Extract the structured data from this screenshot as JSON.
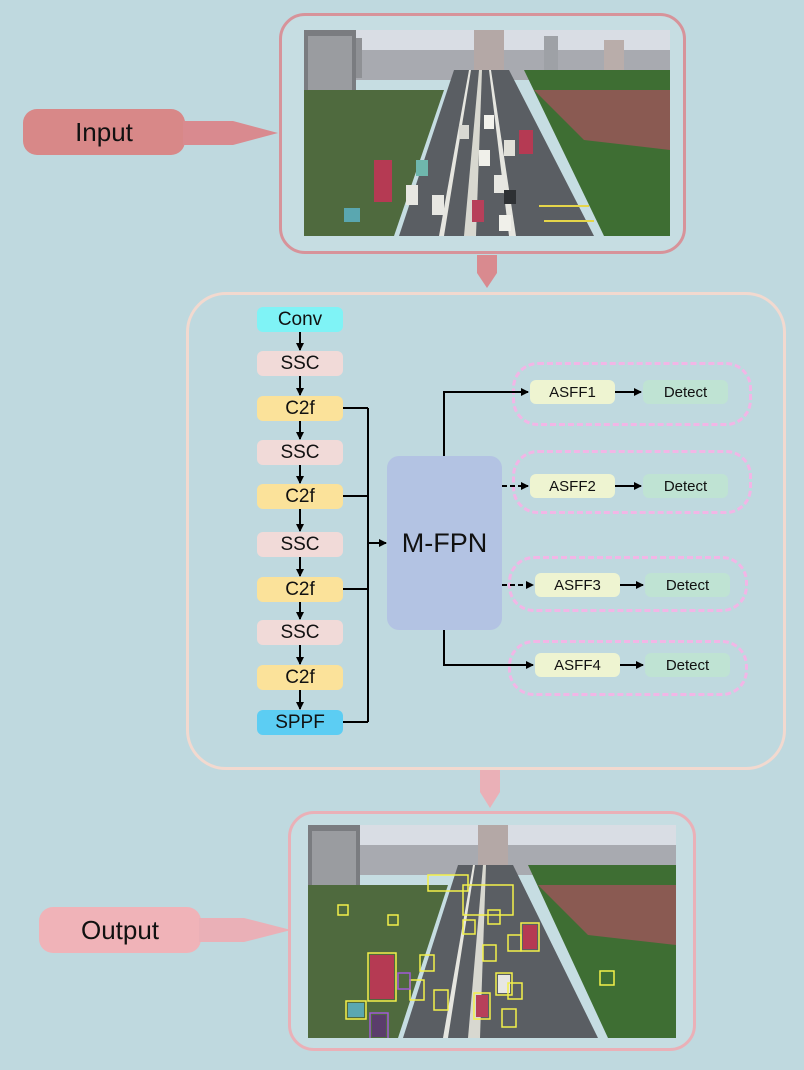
{
  "input": {
    "label": "Input"
  },
  "output": {
    "label": "Output"
  },
  "backbone": {
    "blocks": [
      {
        "id": "conv",
        "label": "Conv",
        "color": "#7ff3f6"
      },
      {
        "id": "ssc1",
        "label": "SSC",
        "color": "#f1dad8"
      },
      {
        "id": "c2f1",
        "label": "C2f",
        "color": "#fbe29a"
      },
      {
        "id": "ssc2",
        "label": "SSC",
        "color": "#f1dad8"
      },
      {
        "id": "c2f2",
        "label": "C2f",
        "color": "#fbe29a"
      },
      {
        "id": "ssc3",
        "label": "SSC",
        "color": "#f1dad8"
      },
      {
        "id": "c2f3",
        "label": "C2f",
        "color": "#fbe29a"
      },
      {
        "id": "ssc4",
        "label": "SSC",
        "color": "#f1dad8"
      },
      {
        "id": "c2f4",
        "label": "C2f",
        "color": "#fbe29a"
      },
      {
        "id": "sppf",
        "label": "SPPF",
        "color": "#5ccdf3"
      }
    ]
  },
  "neck": {
    "label": "M-FPN",
    "color": "#b3c3e3"
  },
  "heads": [
    {
      "asff": "ASFF1",
      "detect": "Detect"
    },
    {
      "asff": "ASFF2",
      "detect": "Detect"
    },
    {
      "asff": "ASFF3",
      "detect": "Detect"
    },
    {
      "asff": "ASFF4",
      "detect": "Detect"
    }
  ],
  "colors": {
    "background": "#bfd9df",
    "input_pill": "#d88888",
    "output_pill": "#f0b3b8",
    "input_frame": "#d7939a",
    "output_frame": "#eab0b7",
    "main_panel_border": "#f2d9cf",
    "asff_fill": "#eef4d1",
    "detect_fill": "#bfe3d3",
    "dashed_border": "#f2b6e6",
    "connector_arrow": "#d98a8f",
    "detection_box": "#f3f04a"
  }
}
